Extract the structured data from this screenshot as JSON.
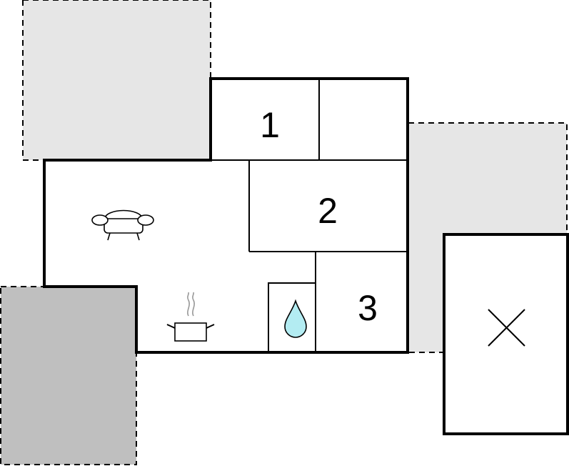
{
  "floorplan": {
    "rooms": [
      {
        "label": "1"
      },
      {
        "label": "2"
      },
      {
        "label": "3"
      }
    ],
    "icons": {
      "living": "sofa-icon",
      "kitchen": "cooking-pot-icon",
      "bathroom": "water-drop-icon",
      "parking": "cross-mark-icon"
    },
    "colors": {
      "wall": "#000000",
      "terrace_light": "#e6e6e6",
      "terrace_dark": "#bfbfbf",
      "water": "#b3ecf2",
      "steam": "#999999"
    }
  }
}
